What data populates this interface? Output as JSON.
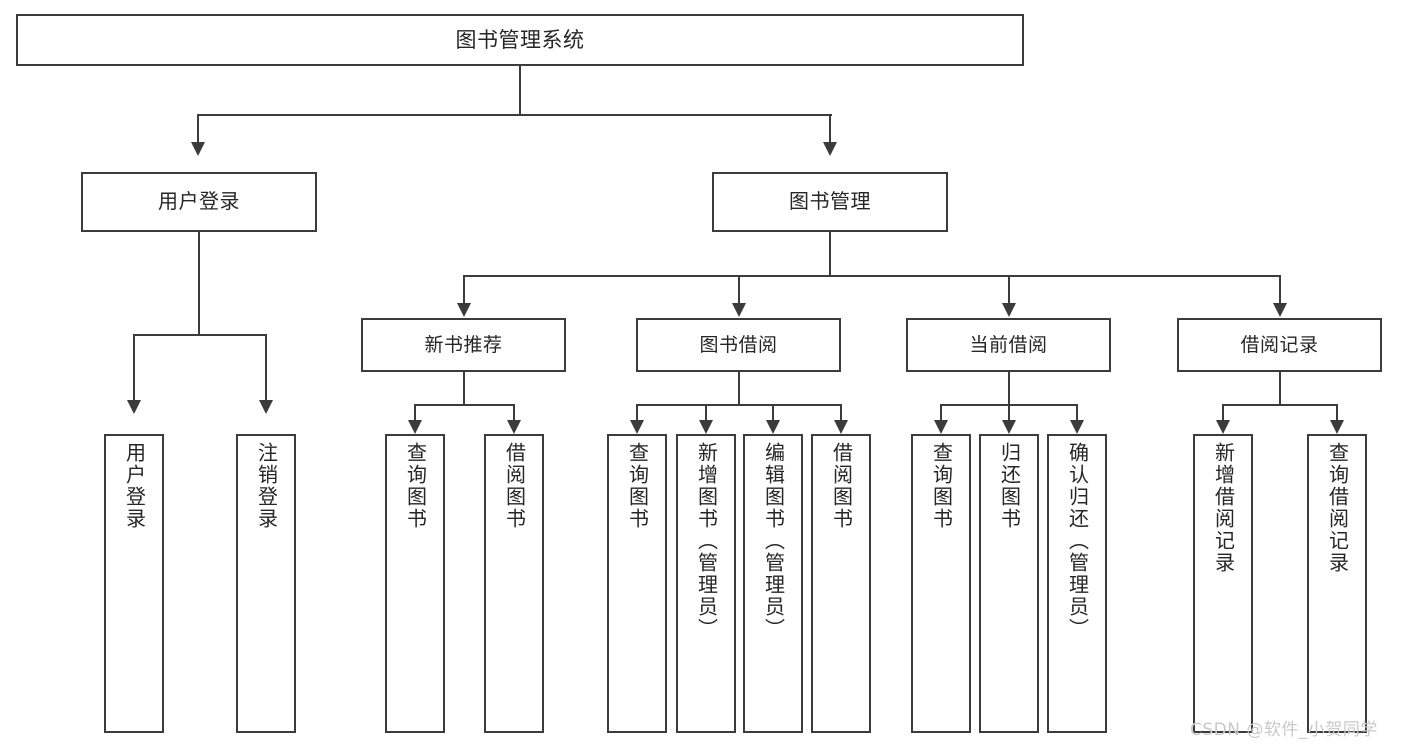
{
  "diagram": {
    "title": "图书管理系统",
    "type": "tree-hierarchy-functional-structure",
    "root": {
      "label": "图书管理系统"
    },
    "level2": [
      {
        "label": "用户登录"
      },
      {
        "label": "图书管理"
      }
    ],
    "level3": [
      {
        "label": "新书推荐"
      },
      {
        "label": "图书借阅"
      },
      {
        "label": "当前借阅"
      },
      {
        "label": "借阅记录"
      }
    ],
    "leaves": {
      "user_login": [
        {
          "label": "用户登录"
        },
        {
          "label": "注销登录"
        }
      ],
      "new_book_recommend": [
        {
          "label": "查询图书"
        },
        {
          "label": "借阅图书"
        }
      ],
      "book_borrow": [
        {
          "label": "查询图书"
        },
        {
          "label": "新增图书（管理员）"
        },
        {
          "label": "编辑图书（管理员）"
        },
        {
          "label": "借阅图书"
        }
      ],
      "current_borrow": [
        {
          "label": "查询图书"
        },
        {
          "label": "归还图书"
        },
        {
          "label": "确认归还（管理员）"
        }
      ],
      "borrow_record": [
        {
          "label": "新增借阅记录"
        },
        {
          "label": "查询借阅记录"
        }
      ]
    }
  },
  "watermark": {
    "text": "CSDN @软件_小贺同学"
  },
  "colors": {
    "stroke": "#3b3b3b",
    "text": "#262626",
    "background": "#ffffff",
    "watermark": "#c9c9c9"
  }
}
